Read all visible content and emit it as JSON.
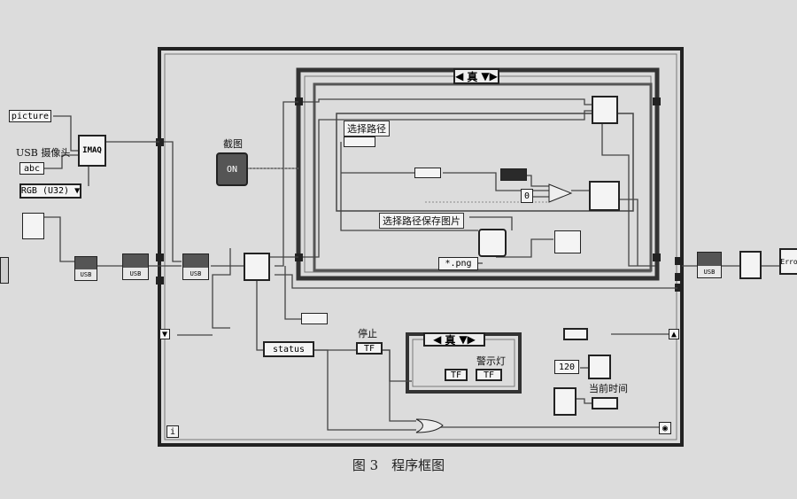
{
  "caption": "图 3　程序框图",
  "labels": {
    "picture": "picture",
    "usb_camera": "USB 摄像头",
    "abc": "abc",
    "imaq": "IMAQ",
    "rgb": "RGB (U32) ▼",
    "snapshot": "截图",
    "on": "ON",
    "select_path": "选择路径",
    "select_path_save": "选择路径保存图片",
    "png": "*.png",
    "case_true": "真",
    "case_true_2": "真",
    "stop": "停止",
    "alarm": "警示灯",
    "status": "status",
    "num_120": "120",
    "current_time": "当前时间",
    "tf": "TF",
    "num_0": "0",
    "usb": "USB",
    "error": "Erro",
    "loop_i": "i"
  },
  "colors": {
    "background": "#dcdcdc",
    "frame": "#333333",
    "wire": "#555555"
  }
}
